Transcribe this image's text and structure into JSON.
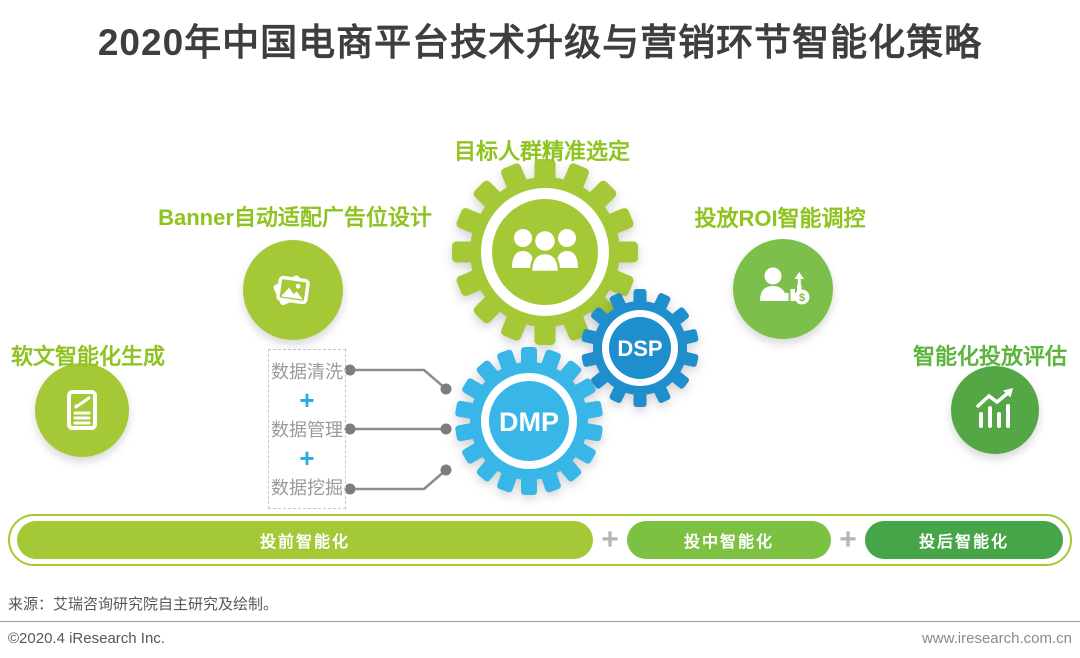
{
  "title": "2020年中国电商平台技术升级与营销环节智能化策略",
  "nodes": {
    "target_audience": {
      "label": "目标人群精准选定",
      "label_color": "#8fc31f",
      "color": "#a5c837",
      "icon": "people-group-icon"
    },
    "banner": {
      "label": "Banner自动适配广告位设计",
      "label_color": "#8fc31f",
      "color": "#a5c837",
      "icon": "photos-icon"
    },
    "roi": {
      "label": "投放ROI智能调控",
      "label_color": "#8fc31f",
      "color": "#7cbf4a",
      "icon": "person-chart-dollar-icon"
    },
    "soft_article": {
      "label": "软文智能化生成",
      "label_color": "#8fc31f",
      "color": "#a5c837",
      "icon": "document-pen-icon"
    },
    "evaluation": {
      "label": "智能化投放评估",
      "label_color": "#5cb53c",
      "color": "#55a746",
      "icon": "rising-chart-icon"
    }
  },
  "gears": {
    "dmp": {
      "label": "DMP",
      "color": "#38b6e8"
    },
    "dsp": {
      "label": "DSP",
      "color": "#1e8ecd"
    }
  },
  "data_process": {
    "items": [
      "数据清洗",
      "数据管理",
      "数据挖掘"
    ],
    "separator": "+"
  },
  "pipeline": {
    "separator": "+",
    "stages": [
      {
        "label": "投前智能化",
        "color": "#a5c837"
      },
      {
        "label": "投中智能化",
        "color": "#7cc142"
      },
      {
        "label": "投后智能化",
        "color": "#46a546"
      }
    ]
  },
  "footer": {
    "source": "来源：艾瑞咨询研究院自主研究及绘制。",
    "copyright": "©2020.4 iResearch Inc.",
    "website": "www.iresearch.com.cn"
  },
  "colors": {
    "title_text": "#3e3e3e",
    "label_green": "#8fc31f",
    "label_dark_green": "#5cb53c",
    "yellow_green": "#a5c837",
    "medium_green": "#7cbf4a",
    "dark_green": "#55a746",
    "dmp_blue": "#38b6e8",
    "dsp_blue": "#1e8ecd",
    "plus_blue": "#29abe2",
    "connector_gray": "#8c8c8c",
    "muted_text_gray": "#9a9a9a"
  }
}
